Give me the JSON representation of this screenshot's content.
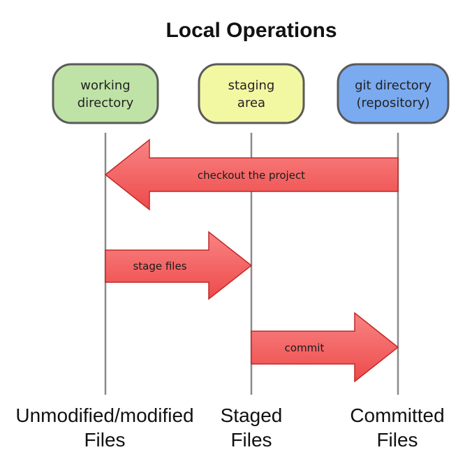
{
  "title": "Local Operations",
  "areas": [
    {
      "id": "working",
      "lines": [
        "working",
        "directory"
      ],
      "color": "#bfe3a6"
    },
    {
      "id": "staging",
      "lines": [
        "staging",
        "area"
      ],
      "color": "#f2f7a2"
    },
    {
      "id": "gitdir",
      "lines": [
        "git directory",
        "(repository)"
      ],
      "color": "#7aaaf0"
    }
  ],
  "operations": [
    {
      "id": "checkout",
      "label": "checkout the project",
      "from": "gitdir",
      "to": "working"
    },
    {
      "id": "stage",
      "label": "stage files",
      "from": "working",
      "to": "staging"
    },
    {
      "id": "commit",
      "label": "commit",
      "from": "staging",
      "to": "gitdir"
    }
  ],
  "states": [
    {
      "id": "unmodified",
      "lines": [
        "Unmodified/modified",
        "Files"
      ]
    },
    {
      "id": "staged",
      "lines": [
        "Staged",
        "Files"
      ]
    },
    {
      "id": "committed",
      "lines": [
        "Committed",
        "Files"
      ]
    }
  ],
  "colors": {
    "arrow_fill": "#ee4a4a",
    "arrow_highlight": "#f98484",
    "box_border": "#5a5a5a"
  }
}
